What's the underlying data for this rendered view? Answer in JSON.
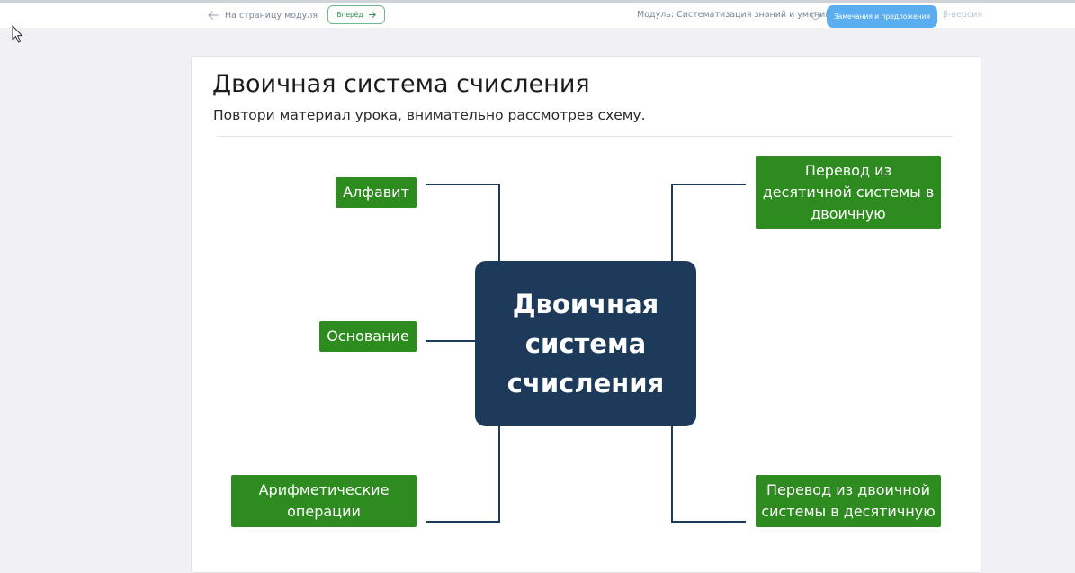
{
  "topbar": {
    "back_label": "На страницу модуля",
    "forward_label": "Вперёд",
    "module_label": "Модуль: Систематизация знаний и умений",
    "info_glyph": "i",
    "feedback_label": "Замечания и предложения",
    "beta_label": "β-версия"
  },
  "page": {
    "title": "Двоичная система счисления",
    "subtitle": "Повтори материал урока, внимательно рассмотрев схему."
  },
  "diagram": {
    "center": "Двоичная система счисления",
    "nodes": {
      "alphabet": "Алфавит",
      "base": "Основание",
      "arithmetic": "Арифметические операции",
      "dec_to_bin": "Перевод из десятичной системы в двоичную",
      "bin_to_dec": "Перевод из двоичной системы в десятичную"
    }
  },
  "colors": {
    "center_fill": "#1e3a5a",
    "node_fill": "#2e8b1f",
    "connector": "#1e3a5a",
    "feedback_button": "#5aaef0",
    "forward_button_border": "#72b58a"
  },
  "icons": {
    "back": "arrow-left-icon",
    "forward": "arrow-right-icon",
    "info": "info-icon",
    "cursor": "mouse-pointer-icon"
  }
}
